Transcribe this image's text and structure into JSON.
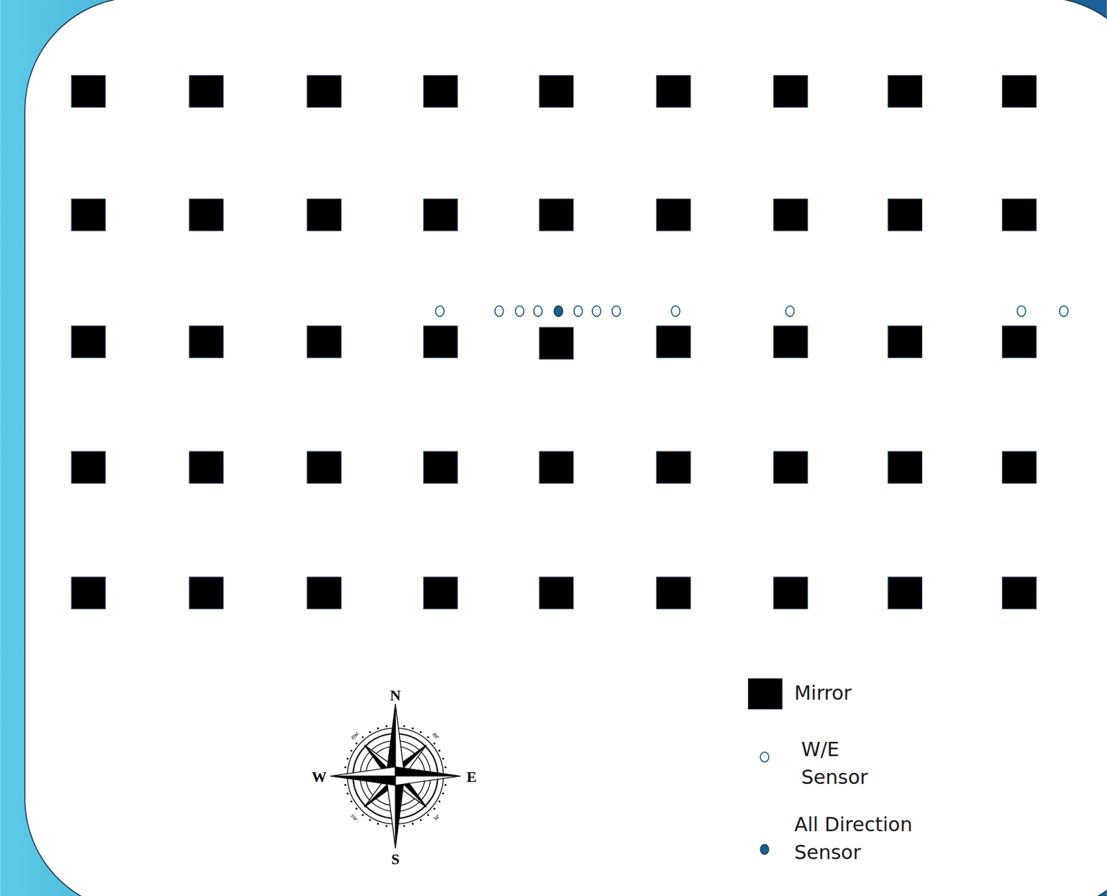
{
  "diagram": {
    "labels": [
      "N",
      "W",
      "E",
      "S",
      "nw",
      "ne",
      "sw",
      "se"
    ],
    "legend": [
      {
        "text": "Mirror",
        "color": "#000000"
      },
      {
        "text": "W/E Sensor"
      },
      {
        "text": "All Direction Sensor"
      }
    ]
  }
}
